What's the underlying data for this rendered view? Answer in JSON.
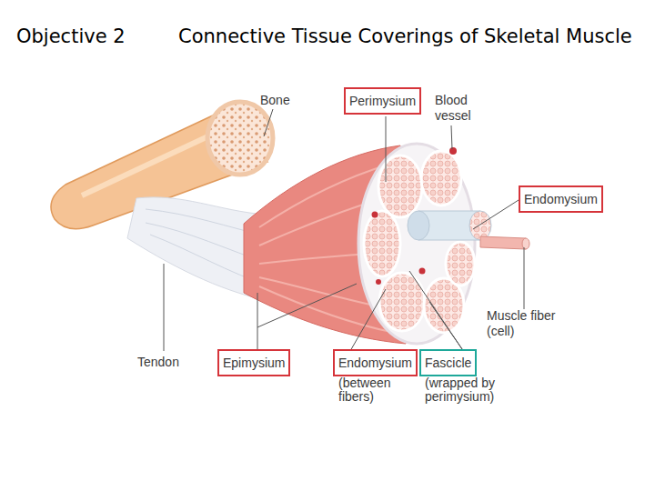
{
  "diagram": {
    "title": "Connective Tissue Coverings of Skeletal Muscle",
    "nodes": [
      {
        "text": [
          "Perimysium"
        ]
      },
      {
        "text": [
          "Endomysium"
        ]
      },
      {
        "text": [
          "Epimysium"
        ]
      },
      {
        "text": [
          "Endomysium",
          "(between fibers)"
        ]
      },
      {
        "text": [
          "Fascicle",
          "(wrapped by perimysium)"
        ]
      }
    ],
    "labels": [
      "Objective 2",
      "Bone",
      "Blood vessel",
      "Muscle fiber (cell)",
      "Tendon"
    ]
  }
}
